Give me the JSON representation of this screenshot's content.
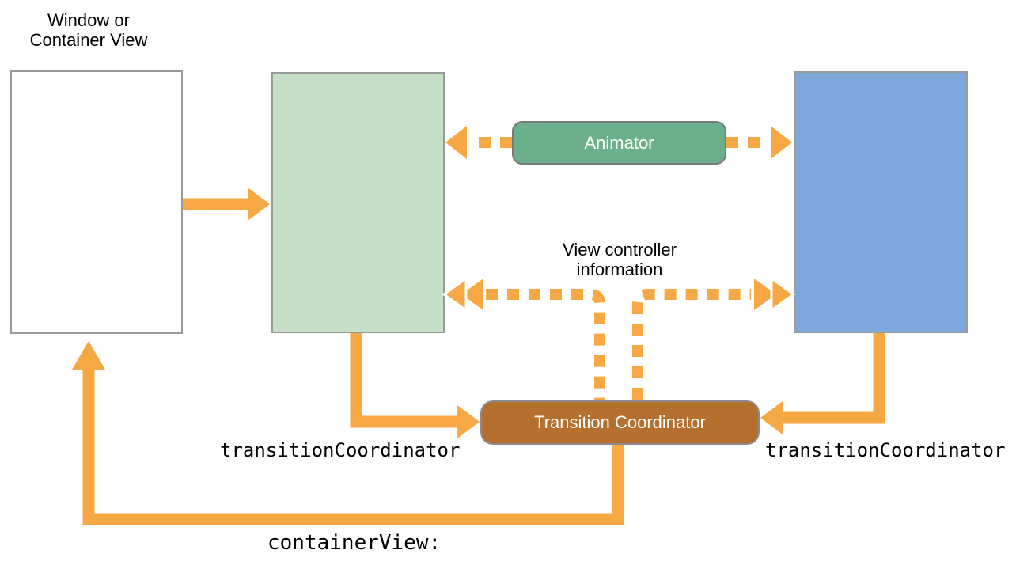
{
  "diagram": {
    "window_label": "Window or\nContainer View",
    "info_label": "View controller\ninformation",
    "animator": {
      "label": "Animator"
    },
    "coordinator": {
      "label": "Transition Coordinator"
    },
    "left_code_label": "transitionCoordinator",
    "right_code_label": "transitionCoordinator",
    "bottom_code_label": "containerView:",
    "colors": {
      "arrow_orange": "#f6a845",
      "animator_green": "#6cb08b",
      "coordinator_brown": "#b5702f",
      "from_view_green": "#c6e0c7",
      "to_view_blue": "#7fa7db",
      "box_border_gray": "#9a9a9a"
    }
  }
}
